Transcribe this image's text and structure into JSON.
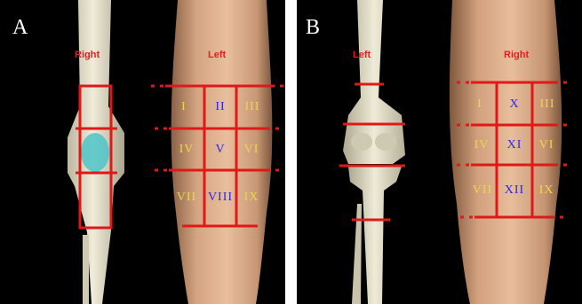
{
  "panel_a": {
    "letter": "A",
    "bone_label": "Right",
    "leg_label": "Left",
    "zones": [
      "I",
      "II",
      "III",
      "IV",
      "V",
      "VI",
      "VII",
      "VIII",
      "IX"
    ]
  },
  "panel_b": {
    "letter": "B",
    "bone_label": "Left",
    "leg_label": "Right",
    "zones": [
      "I",
      "X",
      "III",
      "IV",
      "XI",
      "VI",
      "VII",
      "XII",
      "IX"
    ]
  },
  "colors": {
    "grid_red": "#e01818",
    "numeral_yellow": "#e8d84a",
    "numeral_blue": "#2828e8",
    "cartilage_teal": "#4ec3c8",
    "bone": "#e6e1cc",
    "skin": "#d8a883"
  }
}
